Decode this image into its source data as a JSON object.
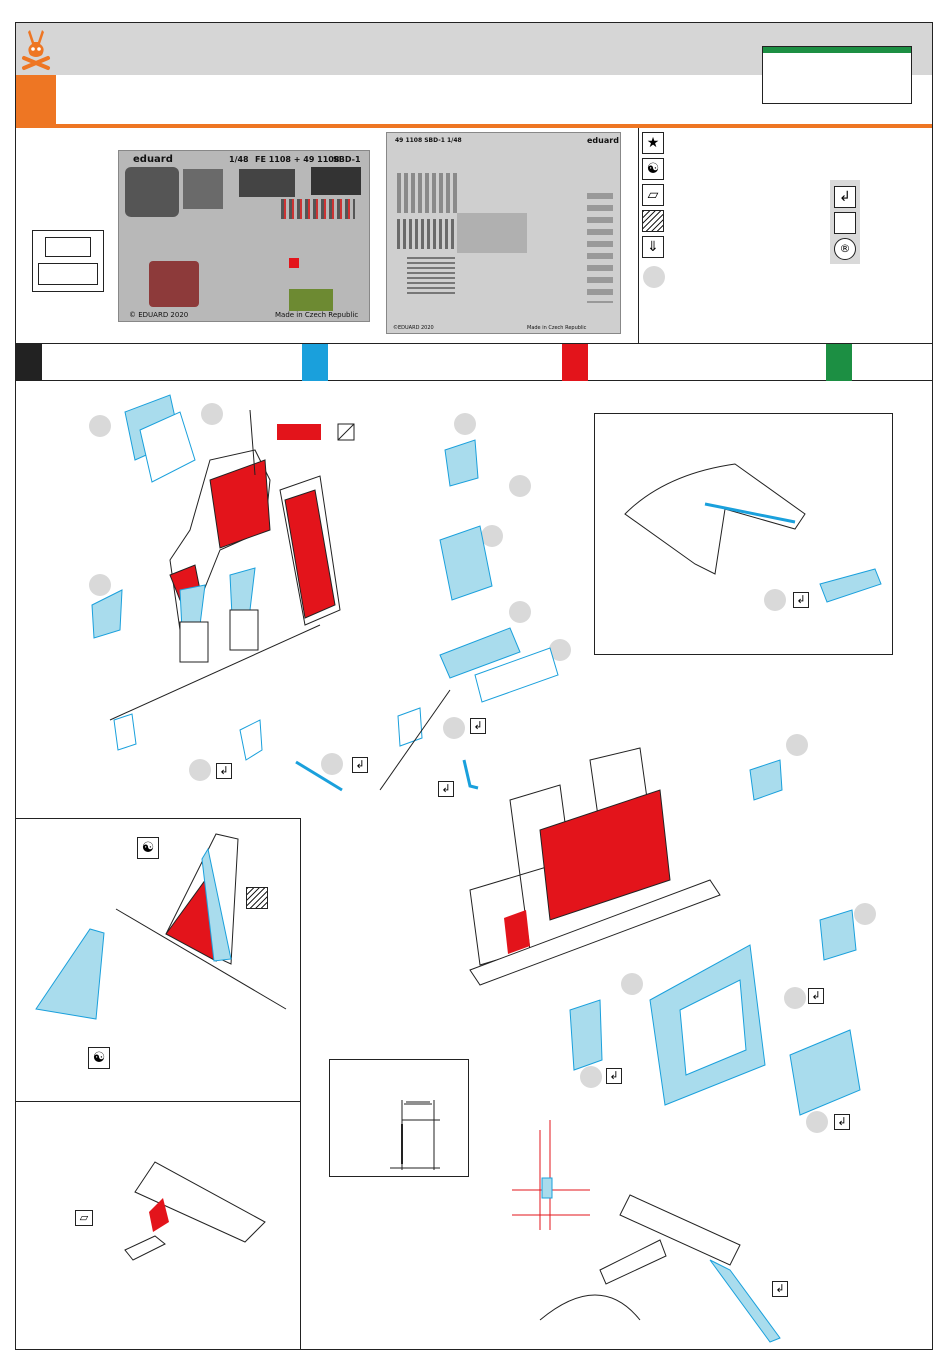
{
  "sheet_left": {
    "brand": "eduard",
    "scale": "1/48",
    "codes": "FE 1108 + 49 1108",
    "model": "SBD-1",
    "copyright": "© EDUARD 2020",
    "made_in": "Made in Czech Republic"
  },
  "sheet_right": {
    "codes": "49 1108 SBD-1 1/48",
    "brand": "eduard",
    "copyright": "©EDUARD 2020",
    "made_in": "Made in Czech Republic"
  },
  "legend": {
    "icons": [
      "star-icon",
      "yin-yang-icon",
      "parallelogram-icon",
      "hatch-icon",
      "drill-icon"
    ],
    "right_icons": [
      "bend-arrow-icon",
      "blank-icon",
      "r-circle-icon"
    ]
  },
  "colors": {
    "accent": "#ee7623",
    "header": "#d6d6d6",
    "green": "#1c8f43",
    "part_red": "#e3141b",
    "part_blue": "#a9dced",
    "swatches": [
      "#222222",
      "#1aa0dc",
      "#e3141b",
      "#1c8f43"
    ]
  }
}
